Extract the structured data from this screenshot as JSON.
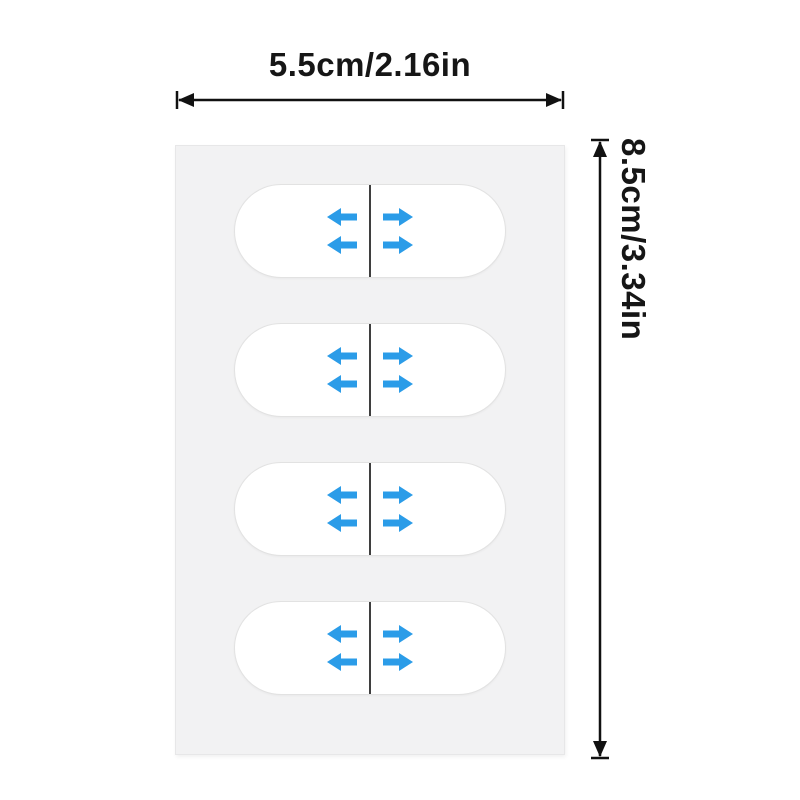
{
  "product_diagram": {
    "width_label": "5.5cm/2.16in",
    "height_label": "8.5cm/3.34in",
    "strip_count": 4,
    "arrows_per_strip_side": 2,
    "colors": {
      "arrow_blue": "#2b9ce8",
      "sheet_bg": "#f2f2f3",
      "pill_bg": "#ffffff",
      "dim_color": "#111111",
      "divider_color": "#3f3f3f"
    }
  }
}
